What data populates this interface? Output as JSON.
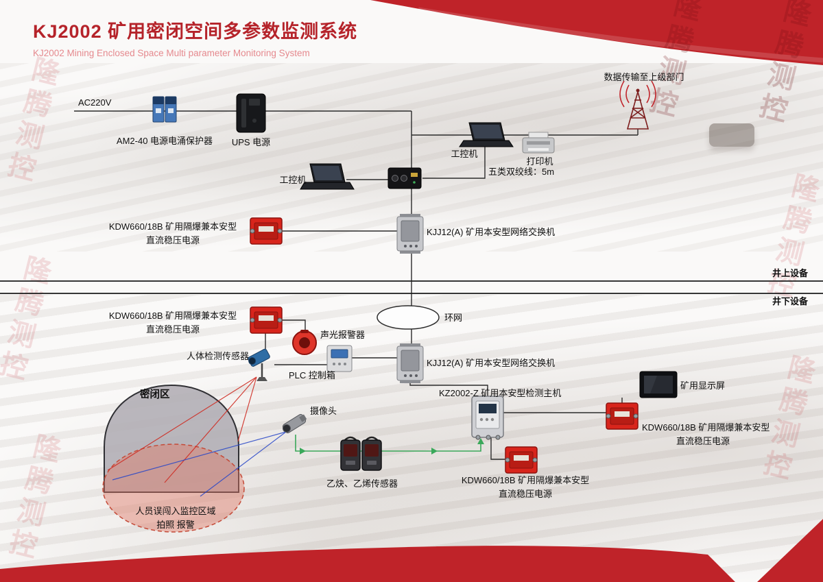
{
  "colors": {
    "accent_red": "#bf2329",
    "device_red": "#d8251c",
    "wire_green": "#3aa85a",
    "ray_red": "#cf2d24",
    "ray_blue": "#2746c8",
    "title_red": "#b5232a",
    "subtitle_pink": "#e5898e"
  },
  "header": {
    "title": "KJ2002 矿用密闭空间多参数监测系统",
    "subtitle": "KJ2002 Mining Enclosed Space Multi parameter Monitoring System"
  },
  "watermark": "隆腾测控",
  "zones": {
    "surface": "井上设备",
    "underground": "井下设备"
  },
  "labels": {
    "ac220v": "AC220V",
    "surge_protector": "AM2-40 电源电涌保护器",
    "ups": "UPS 电源",
    "uplink": "数据传输至上级部门",
    "ipc": "工控机",
    "printer": "打印机",
    "cat5": "五类双绞线：5m",
    "kdw_line1": "KDW660/18B 矿用隔爆兼本安型",
    "kdw_line2": "直流稳压电源",
    "kjj_switch": "KJJ12(A) 矿用本安型网络交换机",
    "ring_network": "环网",
    "alarm": "声光报警器",
    "human_sensor": "人体检测传感器",
    "plc": "PLC 控制箱",
    "host": "KZ2002-Z 矿用本安型检测主机",
    "display": "矿用显示屏",
    "camera": "摄像头",
    "gas_sensor": "乙炔、乙烯传感器",
    "enclosed_zone": "密闭区",
    "intrusion_line1": "人员误闯入监控区域",
    "intrusion_line2": "拍照 报警"
  }
}
